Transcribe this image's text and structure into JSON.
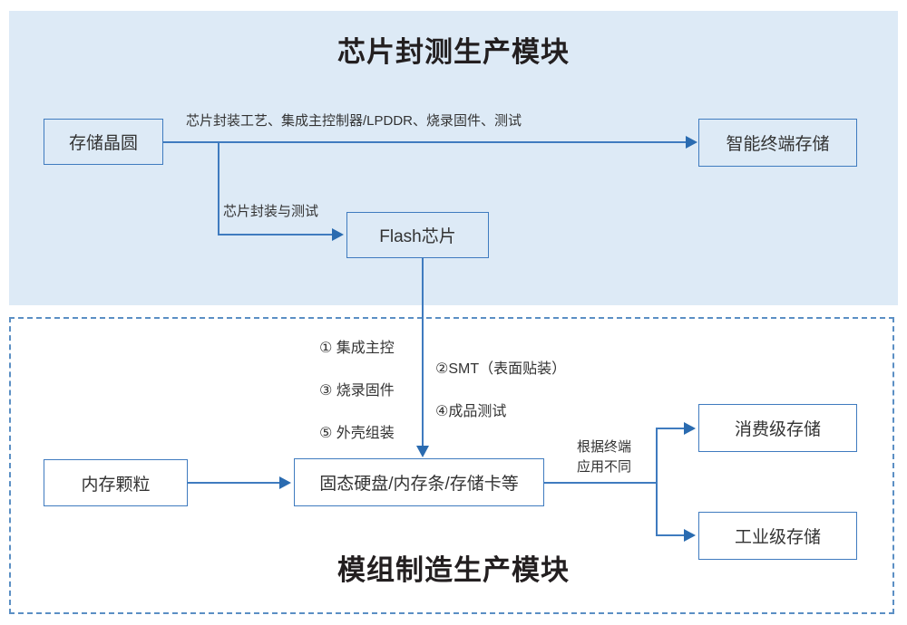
{
  "diagram": {
    "top_module": {
      "title": "芯片封测生产模块",
      "nodes": {
        "wafer": "存储晶圆",
        "smart_terminal_storage": "智能终端存储",
        "flash_chip": "Flash芯片"
      },
      "edge_labels": {
        "wafer_to_terminal": "芯片封装工艺、集成主控制器/LPDDR、烧录固件、测试",
        "wafer_to_flash": "芯片封装与测试"
      }
    },
    "bottom_module": {
      "title": "模组制造生产模块",
      "nodes": {
        "memory_granule": "内存颗粒",
        "module_products": "固态硬盘/内存条/存储卡等",
        "consumer_storage": "消费级存储",
        "industrial_storage": "工业级存储"
      },
      "process_steps_left": [
        "① 集成主控",
        "③ 烧录固件",
        "⑤ 外壳组装"
      ],
      "process_steps_right": [
        "②SMT（表面贴装）",
        "④成品测试"
      ],
      "edge_labels": {
        "branch_line1": "根据终端",
        "branch_line2": "应用不同"
      }
    },
    "colors": {
      "panel_fill": "#ddeaf6",
      "box_stroke": "#3f7bbf",
      "arrow": "#2a6bb0",
      "dashed_border": "#5b8fc4",
      "title_text": "#231f20",
      "body_text": "#333333"
    }
  }
}
